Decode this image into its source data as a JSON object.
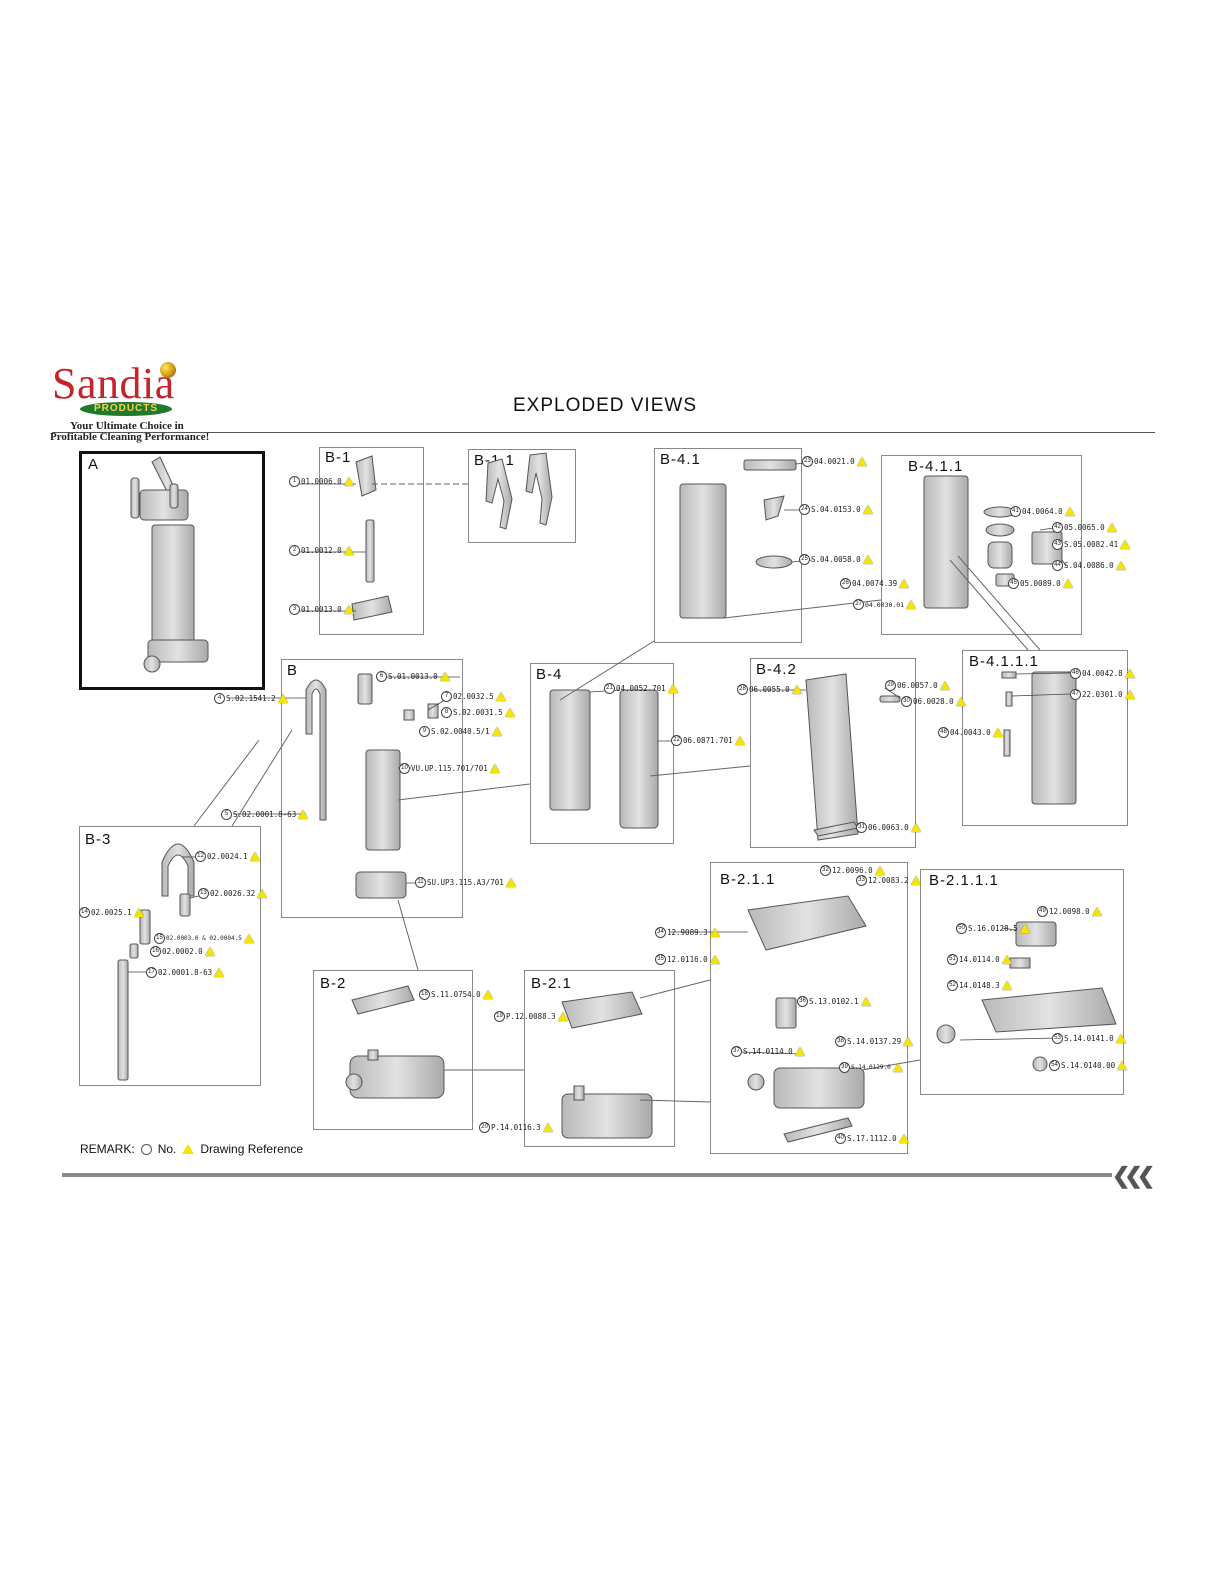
{
  "header": {
    "logo_text": "Sandia",
    "logo_badge": "PRODUCTS",
    "tagline_1": "Your Ultimate Choice in",
    "tagline_2": "Profitable Cleaning Performance!",
    "title": "EXPLODED VIEWS"
  },
  "remark": {
    "label": "REMARK:",
    "no_label": "No.",
    "drawing_label": "Drawing Reference"
  },
  "boxes": [
    {
      "id": "A",
      "label": "A"
    },
    {
      "id": "B-1",
      "label": "B-1"
    },
    {
      "id": "B-1.1",
      "label": "B-1.1"
    },
    {
      "id": "B-4.1",
      "label": "B-4.1"
    },
    {
      "id": "B-4.1.1",
      "label": "B-4.1.1"
    },
    {
      "id": "B",
      "label": "B"
    },
    {
      "id": "B-4",
      "label": "B-4"
    },
    {
      "id": "B-4.2",
      "label": "B-4.2"
    },
    {
      "id": "B-4.1.1.1",
      "label": "B-4.1.1.1"
    },
    {
      "id": "B-3",
      "label": "B-3"
    },
    {
      "id": "B-2.1.1",
      "label": "B-2.1.1"
    },
    {
      "id": "B-2.1.1.1",
      "label": "B-2.1.1.1"
    },
    {
      "id": "B-2",
      "label": "B-2"
    },
    {
      "id": "B-2.1",
      "label": "B-2.1"
    }
  ],
  "parts": [
    {
      "no": "1",
      "code": "01.0006.0"
    },
    {
      "no": "2",
      "code": "01.0012.0"
    },
    {
      "no": "3",
      "code": "01.0013.0"
    },
    {
      "no": "4",
      "code": "S.02.1541.2"
    },
    {
      "no": "5",
      "code": "S.02.0001.8-63"
    },
    {
      "no": "6",
      "code": "S.01.0013.0"
    },
    {
      "no": "7",
      "code": "02.0032.5"
    },
    {
      "no": "8",
      "code": "S.02.0031.5"
    },
    {
      "no": "9",
      "code": "S.02.0040.5/1"
    },
    {
      "no": "10",
      "code": "VU.UP.115.701/701"
    },
    {
      "no": "11",
      "code": "SU.UP3.115.A3/701"
    },
    {
      "no": "12",
      "code": "02.0024.1"
    },
    {
      "no": "13",
      "code": "02.0026.32"
    },
    {
      "no": "14",
      "code": "02.0025.1"
    },
    {
      "no": "15",
      "code": "02.0003.0 & 02.0004.5"
    },
    {
      "no": "16",
      "code": "02.0002.0"
    },
    {
      "no": "17",
      "code": "02.0001.8-63"
    },
    {
      "no": "18",
      "code": "S.11.0754.0"
    },
    {
      "no": "19",
      "code": "P.12.0088.3"
    },
    {
      "no": "20",
      "code": "P.14.0116.3"
    },
    {
      "no": "21",
      "code": "04.0052.701"
    },
    {
      "no": "22",
      "code": "06.0871.701"
    },
    {
      "no": "23",
      "code": "04.0021.0"
    },
    {
      "no": "24",
      "code": "S.04.0153.0"
    },
    {
      "no": "25",
      "code": "S.04.0058.0"
    },
    {
      "no": "26",
      "code": "04.0074.39"
    },
    {
      "no": "27",
      "code": "04.0030.01"
    },
    {
      "no": "28",
      "code": "06.0055.0"
    },
    {
      "no": "29",
      "code": "06.0057.0"
    },
    {
      "no": "30",
      "code": "06.0028.0"
    },
    {
      "no": "31",
      "code": "06.0063.0"
    },
    {
      "no": "32",
      "code": "12.0096.0"
    },
    {
      "no": "33",
      "code": "12.0083.2"
    },
    {
      "no": "34",
      "code": "12.9089.3"
    },
    {
      "no": "35",
      "code": "12.0116.0"
    },
    {
      "no": "36",
      "code": "S.13.0102.1"
    },
    {
      "no": "37",
      "code": "S.14.0114.0"
    },
    {
      "no": "38",
      "code": "S.14.0137.29"
    },
    {
      "no": "39",
      "code": "S.14.0129.0"
    },
    {
      "no": "40",
      "code": "S.17.1112.0"
    },
    {
      "no": "41",
      "code": "04.0064.0"
    },
    {
      "no": "42",
      "code": "05.0065.0"
    },
    {
      "no": "43",
      "code": "S.05.0082.41"
    },
    {
      "no": "44",
      "code": "S.04.0086.0"
    },
    {
      "no": "45",
      "code": "05.0089.0"
    },
    {
      "no": "46",
      "code": "04.0042.8"
    },
    {
      "no": "47",
      "code": "22.0301.0"
    },
    {
      "no": "48",
      "code": "04.0043.0"
    },
    {
      "no": "49",
      "code": "12.0098.0"
    },
    {
      "no": "50",
      "code": "S.16.0128.5"
    },
    {
      "no": "51",
      "code": "14.0114.0"
    },
    {
      "no": "52",
      "code": "14.0148.3"
    },
    {
      "no": "53",
      "code": "S.14.0141.0"
    },
    {
      "no": "54",
      "code": "S.14.0140.00"
    }
  ]
}
